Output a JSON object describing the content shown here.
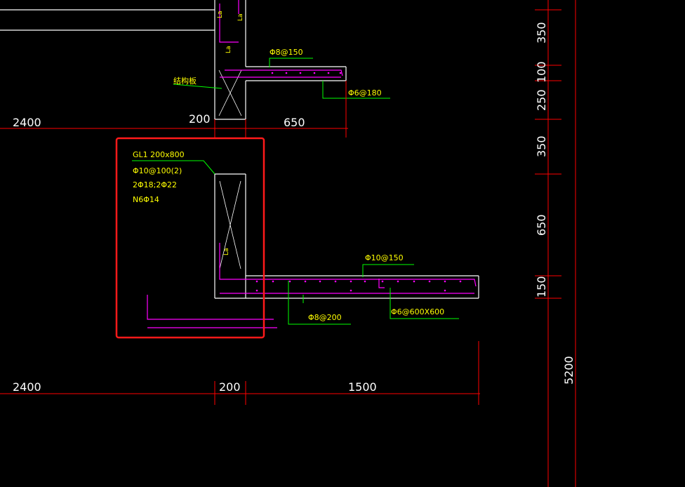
{
  "colors": {
    "background": "#000000",
    "concrete_outline": "#ffffff",
    "rebar": "#ff00ff",
    "dimension": "#ff0000",
    "leader": "#00ff00",
    "annotation_text": "#ffff00",
    "dimension_text": "#ffffff",
    "highlight_box": "#ff1a1a"
  },
  "dimensions": {
    "top_left_span": "2400",
    "top_wall": "200",
    "top_slab": "650",
    "bottom_left_span": "2400",
    "bottom_wall": "200",
    "bottom_slab": "1500",
    "right_350_a": "350",
    "right_100": "100",
    "right_250": "250",
    "right_350_b": "350",
    "right_650": "650",
    "right_150": "150",
    "right_total": "5200"
  },
  "annotations": {
    "top_slab_top_bar": "Φ8@150",
    "top_slab_dist_bar": "Φ6@180",
    "structural_slab": "结构板",
    "beam_line1": "GL1 200x800",
    "beam_line2": "Φ10@100(2)",
    "beam_line3": "2Φ18;2Φ22",
    "beam_line4": "N6Φ14",
    "bottom_slab_top_bar": "Φ10@150",
    "bottom_slab_bottom_bar": "Φ8@200",
    "bottom_slab_mesh": "Φ6@600X600",
    "la_label": "La"
  }
}
